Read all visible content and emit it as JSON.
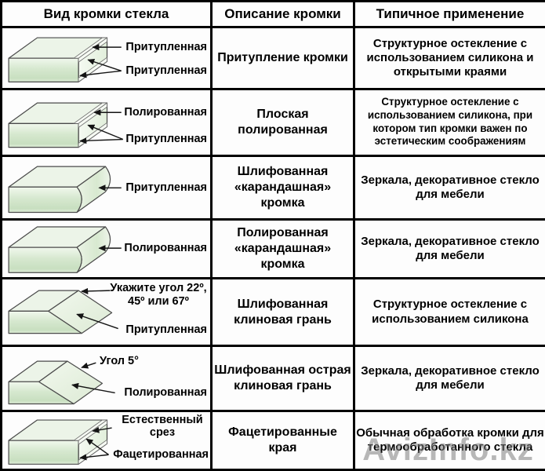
{
  "header": {
    "col1": "Вид кромки стекла",
    "col2": "Описание кромки",
    "col3": "Типичное применение"
  },
  "rows": [
    {
      "edge_type": "seamed-edge",
      "label_top": "Притупленная",
      "label_bottom": "Притупленная",
      "description": "Притупление кромки",
      "application": "Структурное остекление с использованием силикона и открытыми краями"
    },
    {
      "edge_type": "flat-polished-edge",
      "label_top": "Полированная",
      "label_bottom": "Притупленная",
      "description": "Плоская полированная",
      "application": "Структурное остекление с использованием силикона, при котором тип кромки важен по эстетическим соображениям"
    },
    {
      "edge_type": "ground-pencil-edge",
      "label_top": "Притупленная",
      "description": "Шлифованная «карандашная» кромка",
      "application": "Зеркала, декоративное стекло для мебели"
    },
    {
      "edge_type": "polished-pencil-edge",
      "label_top": "Полированная",
      "description": "Полированная «карандашная» кромка",
      "application": "Зеркала, декоративное стекло для мебели"
    },
    {
      "edge_type": "ground-miter-bevel",
      "label_top": "Укажите угол 22º, 45º или 67º",
      "label_bottom": "Притупленная",
      "description": "Шлифованная клиновая грань",
      "application": "Структурное остекление с использованием силикона"
    },
    {
      "edge_type": "sharp-miter-bevel",
      "label_top": "Угол 5°",
      "label_bottom": "Полированная",
      "description": "Шлифованная острая клиновая грань",
      "application": "Зеркала, декоративное стекло для мебели"
    },
    {
      "edge_type": "faceted-edge",
      "label_top": "Естественный срез",
      "label_bottom": "Фацетированная",
      "description": "Фацетированные края",
      "application": "Обычная обработка кромки для термообработанного стекла"
    }
  ],
  "watermark": "AvizInfo.kz",
  "colors": {
    "glass_top": "#ecf4e8",
    "glass_front_dark": "#c8dfc0",
    "glass_light": "#f1f8ed",
    "table_border": "#000000",
    "watermark_gray": "#7e7e7e"
  }
}
